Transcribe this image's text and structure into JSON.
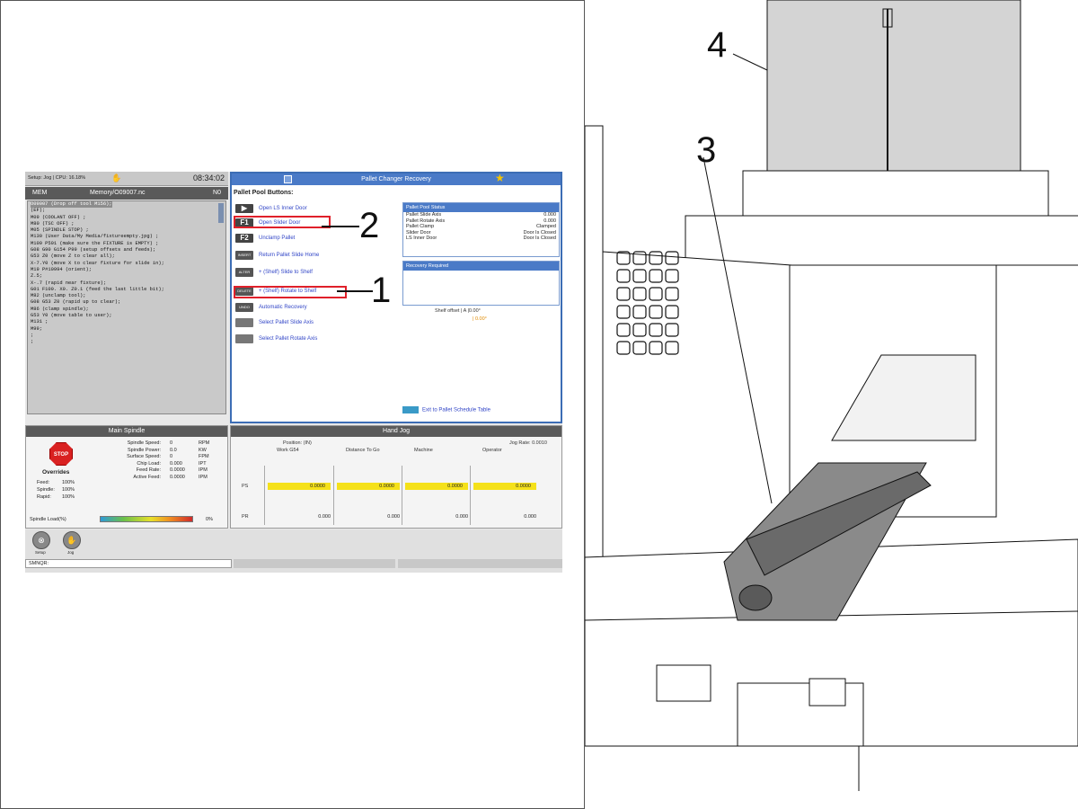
{
  "topbar": {
    "mode": "Setup: Jog | CPU: 16.18%",
    "clock": "08:34:02"
  },
  "mem": {
    "label": "MEM",
    "file": "Memory/O09007.nc",
    "n": "N0"
  },
  "program": [
    "O09007 (Drop off tool M156);",
    "(EF);",
    "M09 (COOLANT OFF) ;",
    "M80 (TSC OFF) ;",
    "M05 (SPINDLE STOP) ;",
    "M130 (User Data/My Media/fixtureempty.jpg) ;",
    "M109 P501 (make sure the FIXTURE is EMPTY) ;",
    "G08 G90 G154 P99 (setup offsets and feeds);",
    "G53 Z0 (move Z to clear all);",
    "X-7.Y0 (move X to clear fixture for slide in);",
    "M19 P#10994 (orient);",
    "Z.5;",
    "X-.7 (rapid near fixture);",
    "G01 F100. X0. Z0.1 (feed the last little bit);",
    "M82 (unclamp tool);",
    "G08 G53 Z0 (rapid up to clear);",
    "M86 (clamp spindle);",
    "G53 Y0 (move table to user);",
    "M131 ;",
    "M99;",
    ";",
    ";"
  ],
  "pcr": {
    "title": "Pallet Changer Recovery",
    "buttons_heading": "Pallet Pool Buttons:",
    "buttons": [
      {
        "key": "▶",
        "label": "Open LS Inner Door"
      },
      {
        "key": "F1",
        "label": "Open Slider Door"
      },
      {
        "key": "F2",
        "label": "Unclamp Pallet"
      },
      {
        "key": "INSERT",
        "label": "Return Pallet Slide Home"
      },
      {
        "key": "ALTER",
        "label": "+ (Shelf) Slide to Shelf"
      },
      {
        "key": "DELETE",
        "label": "+ (Shelf) Rotate to Shelf"
      },
      {
        "key": "UNDO",
        "label": "Automatic Recovery"
      },
      {
        "key": "",
        "label": "Select Pallet Slide Axis"
      },
      {
        "key": "",
        "label": "Select Pallet Rotate Axis"
      }
    ],
    "status_title": "Pallet Pool Status",
    "status": [
      {
        "k": "Pallet Slide Axis",
        "v": "0.000"
      },
      {
        "k": "Pallet Rotate Axis",
        "v": "0.000"
      },
      {
        "k": "Pallet Clamp",
        "v": "Clamped"
      },
      {
        "k": "Slider Door",
        "v": "Door Is Closed"
      },
      {
        "k": "LS Inner Door",
        "v": "Door Is Closed"
      }
    ],
    "recovery_title": "Recovery Required",
    "shelf_offset": "Shelf offset | A |0.00°",
    "shelf_offset2": "| 0.00°",
    "exit": "Exit to Pallet Schedule Table"
  },
  "spindle": {
    "title": "Main Spindle",
    "stop": "STOP",
    "overrides": "Overrides",
    "ovr": [
      {
        "k": "Feed:",
        "v": "100%"
      },
      {
        "k": "Spindle:",
        "v": "100%"
      },
      {
        "k": "Rapid:",
        "v": "100%"
      }
    ],
    "rows": [
      {
        "k": "Spindle Speed:",
        "v": "0",
        "u": "RPM"
      },
      {
        "k": "Spindle Power:",
        "v": "0.0",
        "u": "KW"
      },
      {
        "k": "Surface Speed:",
        "v": "0",
        "u": "FPM"
      },
      {
        "k": "Chip Load:",
        "v": "0.000",
        "u": "IPT"
      },
      {
        "k": "Feed Rate:",
        "v": "0.0000",
        "u": "IPM"
      },
      {
        "k": "Active Feed:",
        "v": "0.0000",
        "u": "IPM"
      }
    ],
    "load_label": "Spindle Load(%)",
    "load_pct": "0%",
    "load_value": 0
  },
  "jog": {
    "title": "Hand Jog",
    "position": "Position: (IN)",
    "rate": "Jog Rate: 0.0010",
    "cols": [
      "Work G54",
      "Distance To Go",
      "Machine",
      "Operator"
    ],
    "rows": [
      {
        "axis": "PS",
        "vals": [
          "0.0000",
          "0.0000",
          "0.0000",
          "0.0000"
        ]
      },
      {
        "axis": "PR",
        "vals": [
          "0.000",
          "0.000",
          "0.000",
          "0.000"
        ]
      }
    ]
  },
  "bottom": {
    "setup": "Setup",
    "jog": "Jog",
    "cmd": "SMNQR:"
  },
  "callouts": {
    "c1": "1",
    "c2": "2",
    "c3": "3",
    "c4": "4"
  }
}
